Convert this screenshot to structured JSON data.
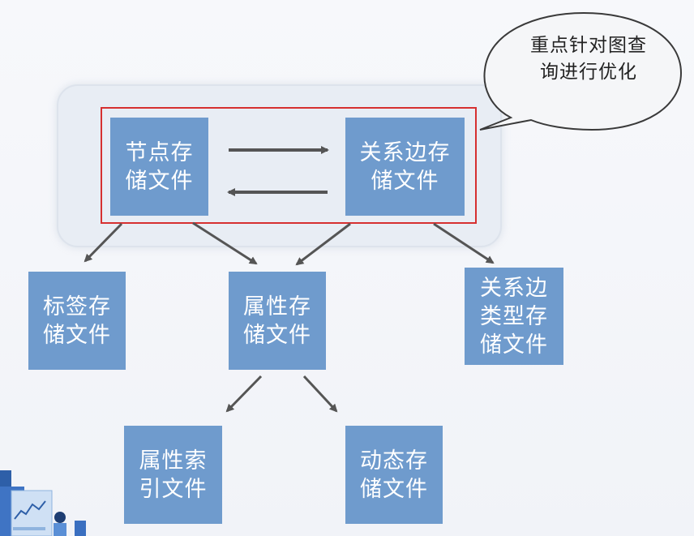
{
  "diagram": {
    "nodes": {
      "node_storage": [
        "节点存",
        "储文件"
      ],
      "edge_storage": [
        "关系边存",
        "储文件"
      ],
      "label_storage": [
        "标签存",
        "储文件"
      ],
      "property_storage": [
        "属性存",
        "储文件"
      ],
      "edge_type_storage": [
        "关系边",
        "类型存",
        "储文件"
      ],
      "property_index": [
        "属性索",
        "引文件"
      ],
      "dynamic_storage": [
        "动态存",
        "储文件"
      ]
    },
    "callout": [
      "重点针对图查",
      "询进行优化"
    ],
    "colors": {
      "box_fill": "#6f9bcd",
      "box_text": "#ffffff",
      "highlight_border": "#d63030",
      "panel_fill": "#e8edf4",
      "arrow": "#555555"
    },
    "edges": [
      {
        "from": "node_storage",
        "to": "edge_storage"
      },
      {
        "from": "edge_storage",
        "to": "node_storage"
      },
      {
        "from": "node_storage",
        "to": "label_storage"
      },
      {
        "from": "node_storage",
        "to": "property_storage"
      },
      {
        "from": "edge_storage",
        "to": "property_storage"
      },
      {
        "from": "edge_storage",
        "to": "edge_type_storage"
      },
      {
        "from": "property_storage",
        "to": "property_index"
      },
      {
        "from": "property_storage",
        "to": "dynamic_storage"
      }
    ]
  }
}
